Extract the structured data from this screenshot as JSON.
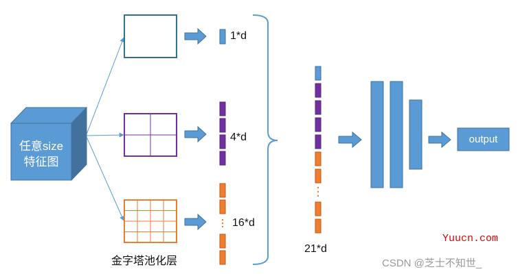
{
  "cube": {
    "line1": "任意size",
    "line2": "特征图"
  },
  "pyramid": {
    "level1_label": "1*d",
    "level2_label": "4*d",
    "level3_label": "16*d",
    "caption": "金字塔池化层"
  },
  "concat": {
    "label": "21*d"
  },
  "output": {
    "label": "output"
  },
  "watermark": {
    "site": "Yuucn.com",
    "csdn": "CSDN @芝士不知世_"
  },
  "colors": {
    "blue": "#5b9bd5",
    "blue_dark": "#41719c",
    "purple": "#7030a0",
    "orange": "#ed7d31",
    "teal_border": "#31708f",
    "red": "#e00000"
  }
}
